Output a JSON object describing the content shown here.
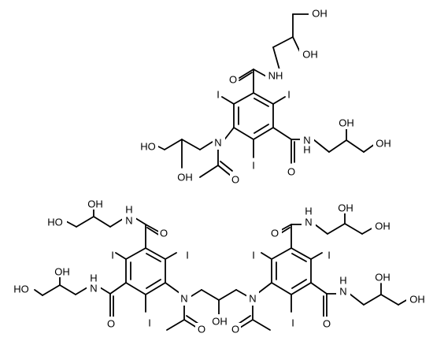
{
  "labels": {
    "hydroxyl": "OH",
    "hydroxyl_left": "HO",
    "amide_nh": "NH",
    "amide_hn": "HN",
    "nitrogen": "N",
    "hydrogen_nitrogen": "H",
    "oxygen": "O",
    "iodine": "I"
  },
  "colors": {
    "ink": "#000000",
    "background": "#ffffff"
  }
}
